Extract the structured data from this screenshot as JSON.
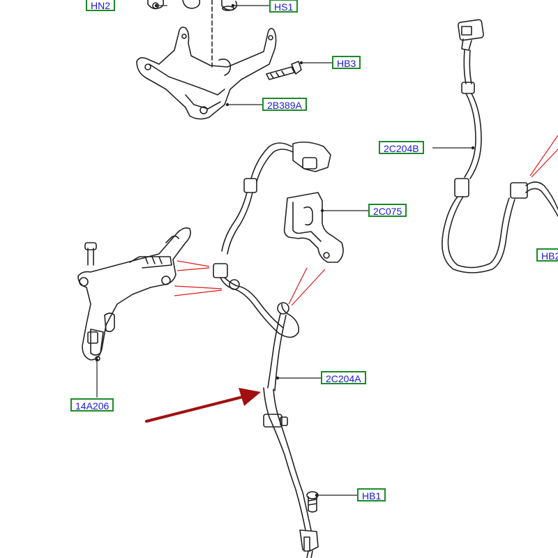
{
  "callouts": {
    "hn2": "HN2",
    "hs1": "HS1",
    "hb3": "HB3",
    "c2b389a": "2B389A",
    "c2c204b": "2C204B",
    "c2c075": "2C075",
    "hb2": "HB2",
    "c14a206": "14A206",
    "c2c204a": "2C204A",
    "hb1": "HB1"
  },
  "colors": {
    "callout_border": "#1a8a2a",
    "callout_text": "#1a1ad0",
    "pointer_lines": "#e01818",
    "highlight_arrow": "#a01010",
    "line_art": "#222222"
  }
}
